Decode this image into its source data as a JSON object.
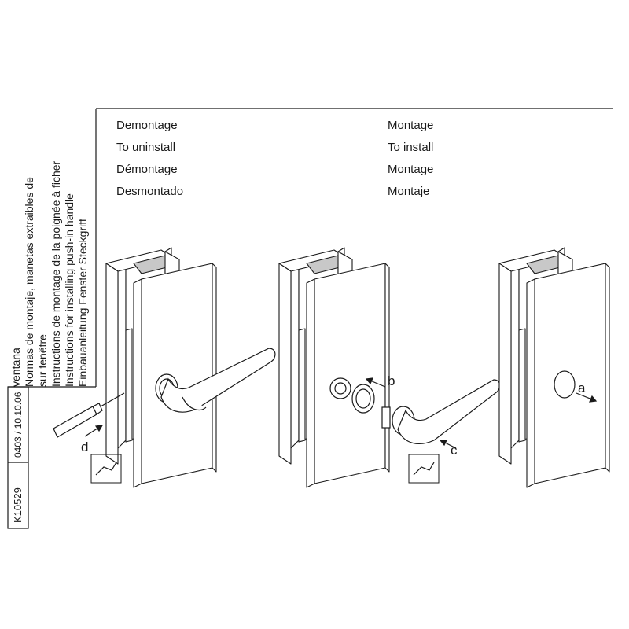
{
  "title_block": {
    "lines": [
      "Einbauanleitung Fenster Steckgriff",
      "Instructions for installing push-in handle",
      "Instructions de montage de la poignée à ficher",
      "sur fenêtre",
      "Normas de montaje, manetas extraibles de",
      "ventana"
    ],
    "date_code": "0403 / 10.10.06",
    "article_code": "K10529"
  },
  "uninstall": {
    "de": "Demontage",
    "en": "To uninstall",
    "fr": "Démontage",
    "es": "Desmontado"
  },
  "install": {
    "de": "Montage",
    "en": "To install",
    "fr": "Montage",
    "es": "Montaje"
  },
  "step_labels": {
    "a": "a",
    "b": "b",
    "c": "c",
    "d": "d"
  },
  "colors": {
    "line": "#1a1a1a",
    "seal": "#c8c8c8",
    "paper": "#ffffff"
  }
}
